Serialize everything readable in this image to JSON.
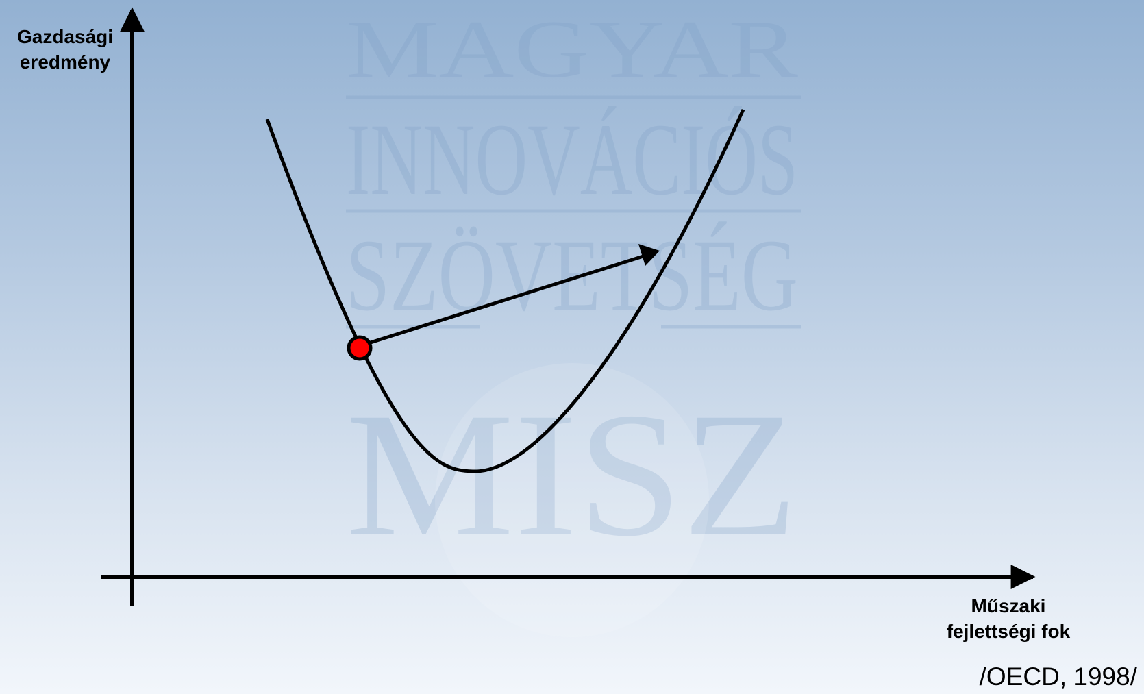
{
  "watermark": {
    "lines": [
      "MAGYAR",
      "INNOVÁCIÓS",
      "SZÖVETSÉG"
    ],
    "monogram": "MISZ"
  },
  "y_axis": {
    "label_lines": [
      "Gazdasági",
      "eredmény"
    ]
  },
  "x_axis": {
    "label_lines": [
      "Műszaki",
      "fejlettségi fok"
    ]
  },
  "source": "/OECD, 1998/",
  "colors": {
    "background_top": "#93b1d2",
    "background_bottom": "#f2f6fb",
    "curve": "#000000",
    "marker": "#ff0000"
  },
  "diagram": {
    "curve_shape": "u-shaped",
    "marker": "red-dot-on-descending-branch",
    "arrow": "from-marker-to-ascending-branch"
  }
}
